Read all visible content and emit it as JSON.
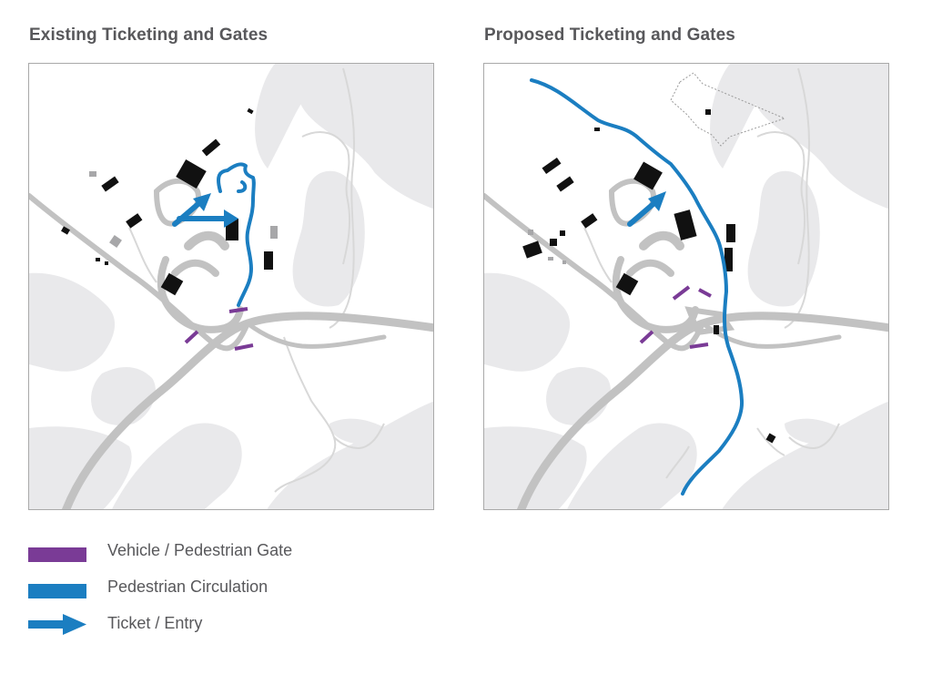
{
  "maps": {
    "existing": {
      "title": "Existing Ticketing and Gates"
    },
    "proposed": {
      "title": "Proposed Ticketing and Gates"
    }
  },
  "legend": {
    "items": [
      {
        "label": "Vehicle / Pedestrian Gate",
        "symbol": "bar",
        "color": "#7a3b96"
      },
      {
        "label": "Pedestrian Circulation",
        "symbol": "bar",
        "color": "#1b7ec1"
      },
      {
        "label": "Ticket / Entry",
        "symbol": "arrow",
        "color": "#1b7ec1"
      }
    ]
  },
  "colors": {
    "gate": "#7a3b96",
    "pedestrian": "#1b7ec1",
    "building": "#111111",
    "road": "#c2c2c2",
    "land_gray": "#e9e9eb",
    "path": "#d8d8d8",
    "frame": "#a9a9a9"
  }
}
